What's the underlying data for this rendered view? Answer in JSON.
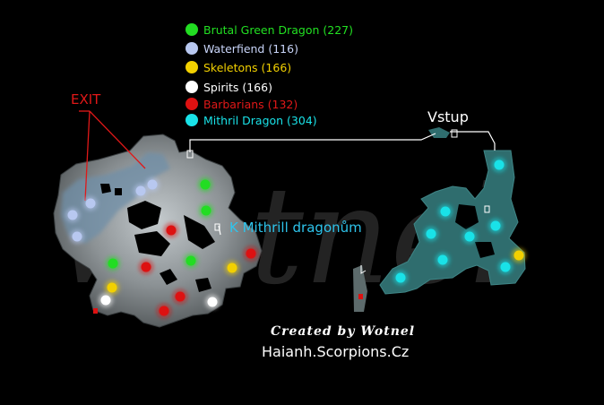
{
  "legend": [
    {
      "label": "Brutal Green Dragon (227)",
      "color": "#22dd22",
      "text_color": "#22e022"
    },
    {
      "label": "Waterfiend (116)",
      "color": "#b8c8f0",
      "text_color": "#c8d4f8"
    },
    {
      "label": "Skeletons (166)",
      "color": "#f2d000",
      "text_color": "#f2d000"
    },
    {
      "label": "Spirits (166)",
      "color": "#ffffff",
      "text_color": "#ffffff"
    },
    {
      "label": "Barbarians (132)",
      "color": "#dd1111",
      "text_color": "#e01818"
    },
    {
      "label": "Mithril Dragon (304)",
      "color": "#19e2e8",
      "text_color": "#19e2e8"
    }
  ],
  "labels": {
    "exit": "EXIT",
    "vstup": "Vstup",
    "mithril_path": "K Mithrill dragonům",
    "credit": "Created by Wotnel",
    "site": "Haianh.Scorpions.Cz",
    "watermark": "wotnel"
  },
  "colors": {
    "background": "#000000",
    "cave_floor": "#6e7476",
    "cave_highlight": "#b9c0c3",
    "water": "#6f8fa8",
    "lair_floor": "#2f6d6e",
    "path_line": "#ffffff",
    "exit_line": "#e01818"
  },
  "markers": {
    "green": [
      [
        229,
        206
      ],
      [
        230,
        235
      ],
      [
        126,
        294
      ],
      [
        213,
        291
      ]
    ],
    "waterfiend": [
      [
        170,
        206
      ],
      [
        157,
        213
      ],
      [
        81,
        240
      ],
      [
        86,
        264
      ],
      [
        101,
        227
      ]
    ],
    "skeleton": [
      [
        259,
        299
      ],
      [
        125,
        321
      ],
      [
        579,
        285
      ]
    ],
    "spirit": [
      [
        118,
        335
      ],
      [
        237,
        337
      ]
    ],
    "barbarian": [
      [
        191,
        257
      ],
      [
        280,
        283
      ],
      [
        163,
        298
      ],
      [
        201,
        331
      ],
      [
        183,
        347
      ]
    ],
    "mithril": [
      [
        557,
        184
      ],
      [
        497,
        236
      ],
      [
        553,
        252
      ],
      [
        481,
        261
      ],
      [
        524,
        264
      ],
      [
        494,
        290
      ],
      [
        447,
        310
      ],
      [
        564,
        298
      ]
    ]
  }
}
